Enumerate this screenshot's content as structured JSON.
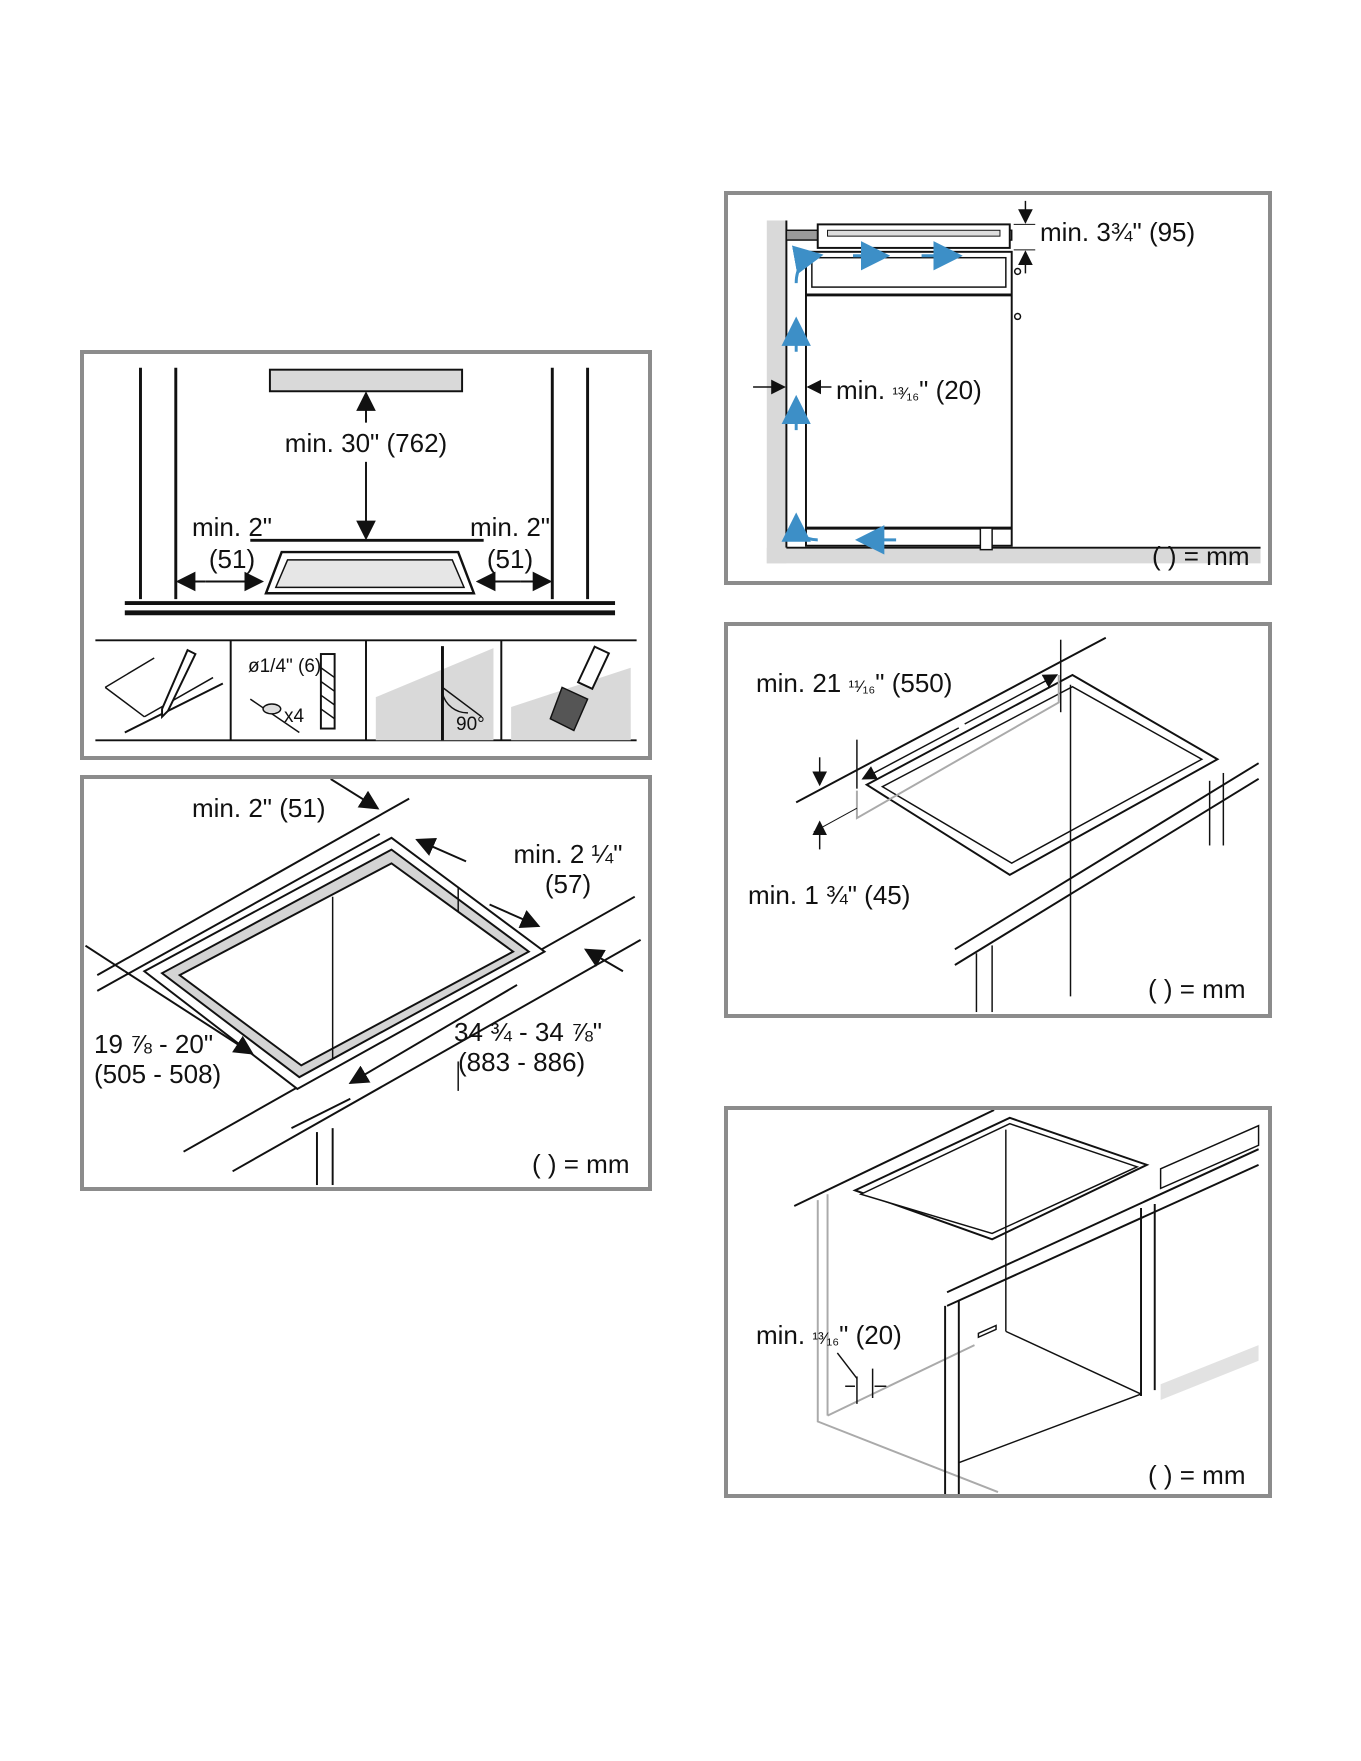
{
  "panel_clearances": {
    "top": "min. 30\" (762)",
    "left_line1": "min. 2\"",
    "left_line2": "(51)",
    "right_line1": "min. 2\"",
    "right_line2": "(51)"
  },
  "panel_tools": {
    "drill_diameter": "ø1/4\" (6)",
    "drill_count": "x4",
    "angle": "90°"
  },
  "panel_cutout": {
    "back_distance": "min. 2\" (51)",
    "front_line1": "min. 2 ¼\"",
    "front_line2": "(57)",
    "depth_line1": "19 ⅞ -  20\"",
    "depth_line2": "(505 - 508)",
    "width_line1": "34 ¾ - 34 ⅞\"",
    "width_line2": "(883 - 886)",
    "unit_note": "( ) = mm"
  },
  "panel_ventilation": {
    "height": "min. 3¾\" (95)",
    "wall_gap_prefix": "min. ",
    "wall_gap_frac": "¹³⁄₁₆",
    "wall_gap_suffix": "\" (20)",
    "unit_note": "( ) = mm"
  },
  "panel_depth": {
    "depth_prefix": "min. 21 ",
    "depth_frac": "¹¹⁄₁₆",
    "depth_suffix": "\" (550)",
    "front": "min. 1 ¾\" (45)",
    "unit_note": "( ) = mm"
  },
  "panel_cabinet": {
    "gap_prefix": "min. ",
    "gap_frac": "¹³⁄₁₆",
    "gap_suffix": "\" (20)",
    "unit_note": "( ) = mm"
  }
}
